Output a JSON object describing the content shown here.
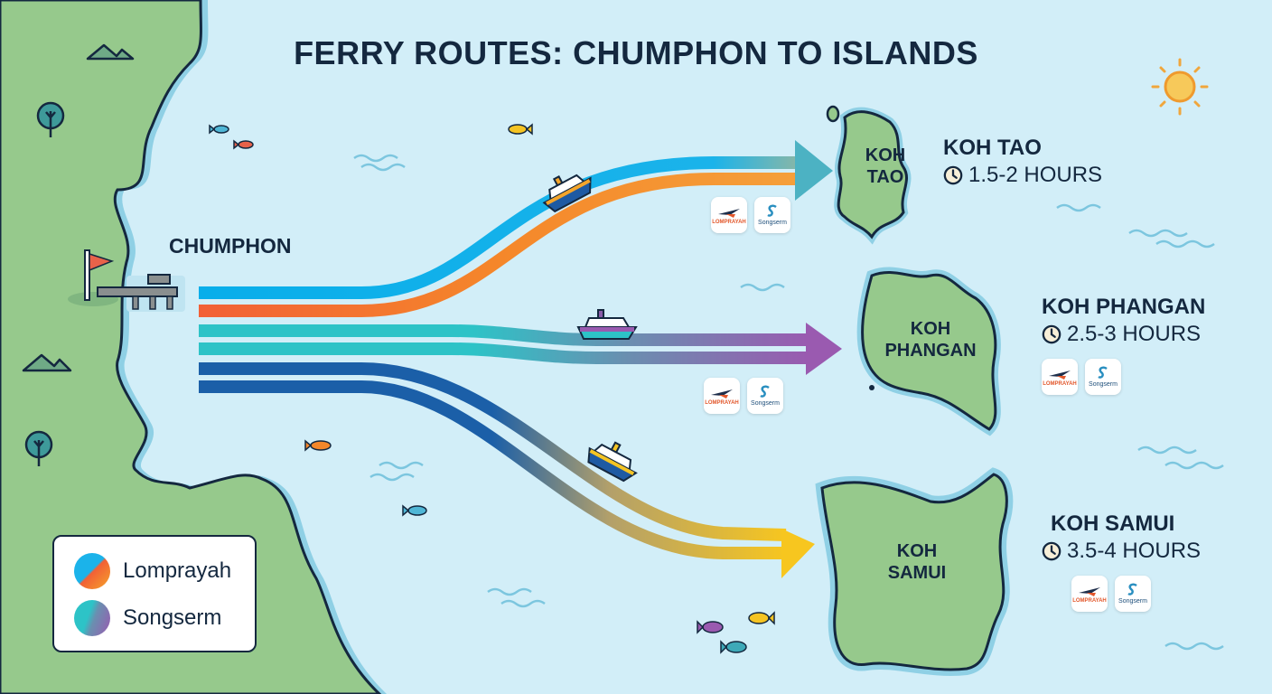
{
  "title": "FERRY ROUTES: CHUMPHON TO ISLANDS",
  "origin": {
    "name": "CHUMPHON",
    "icons": [
      "flag-icon",
      "pier-icon"
    ]
  },
  "destinations": [
    {
      "id": "koh-tao",
      "map_label_line1": "KOH",
      "map_label_line2": "TAO",
      "name": "KOH TAO",
      "duration": "1.5-2 HOURS",
      "operators": [
        "Lomprayah",
        "Songserm"
      ],
      "arrow_color": "#1bb3ea",
      "arrow_color2": "#f5872a"
    },
    {
      "id": "koh-phangan",
      "map_label_line1": "KOH",
      "map_label_line2": "PHANGAN",
      "name": "KOH PHANGAN",
      "duration": "2.5-3 HOURS",
      "operators": [
        "Lomprayah",
        "Songserm"
      ],
      "arrow_color": "#8f5cae",
      "arrow_color2": "#2dc3c7"
    },
    {
      "id": "koh-samui",
      "map_label_line1": "KOH",
      "map_label_line2": "SAMUI",
      "name": "KOH SAMUI",
      "duration": "3.5-4 HOURS",
      "operators": [
        "Lomprayah",
        "Songserm"
      ],
      "arrow_color": "#f5c423",
      "arrow_color2": "#1b5fa8"
    }
  ],
  "operator_logos": {
    "lomprayah_text": "LOMPRAYAH",
    "songserm_text": "Songserm"
  },
  "legend": {
    "items": [
      {
        "label": "Lomprayah",
        "colors": [
          "#1bb3ea",
          "#f5872a",
          "#ef6035"
        ]
      },
      {
        "label": "Songserm",
        "colors": [
          "#2dc3c7",
          "#8f5cae"
        ]
      }
    ]
  },
  "colors": {
    "sea": "#d2eef8",
    "land": "#96c98c",
    "outline": "#14283f",
    "shore": "#8fd0e5",
    "sand": "#f2d49a"
  }
}
